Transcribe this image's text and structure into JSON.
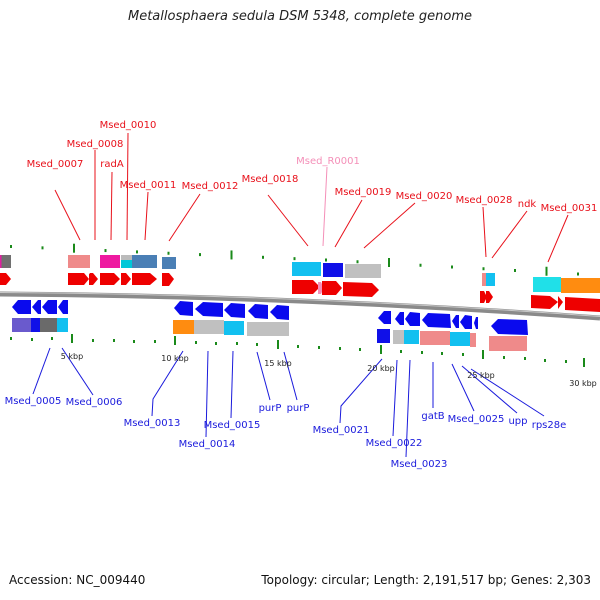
{
  "title": "Metallosphaera sedula DSM 5348, complete genome",
  "footer": {
    "accession": "Accession: NC_009440",
    "topology": "Topology: circular; Length: 2,191,517 bp; Genes: 2,303"
  },
  "colors": {
    "forward_label": "#e8101a",
    "reverse_label": "#1a1adc",
    "rna_label": "#f48fb8",
    "tick": "#1a8a1a",
    "backbone": "#888888"
  },
  "scale_labels": [
    "5 kbp",
    "10 kbp",
    "15 kbp",
    "20 kbp",
    "25 kbp",
    "30 kbp"
  ],
  "forward_labels": [
    {
      "text": "Msed_0007",
      "type": "gene"
    },
    {
      "text": "Msed_0008",
      "type": "gene"
    },
    {
      "text": "radA",
      "type": "gene"
    },
    {
      "text": "Msed_0010",
      "type": "gene"
    },
    {
      "text": "Msed_0011",
      "type": "gene"
    },
    {
      "text": "Msed_0012",
      "type": "gene"
    },
    {
      "text": "Msed_0018",
      "type": "gene"
    },
    {
      "text": "Msed_R0001",
      "type": "rna"
    },
    {
      "text": "Msed_0019",
      "type": "gene"
    },
    {
      "text": "Msed_0020",
      "type": "gene"
    },
    {
      "text": "Msed_0028",
      "type": "gene"
    },
    {
      "text": "ndk",
      "type": "gene"
    },
    {
      "text": "Msed_0031",
      "type": "gene"
    }
  ],
  "reverse_labels": [
    {
      "text": "Msed_0005"
    },
    {
      "text": "Msed_0006"
    },
    {
      "text": "Msed_0013"
    },
    {
      "text": "Msed_0014"
    },
    {
      "text": "Msed_0015"
    },
    {
      "text": "purP"
    },
    {
      "text": "purP"
    },
    {
      "text": "Msed_0021"
    },
    {
      "text": "Msed_0022"
    },
    {
      "text": "Msed_0023"
    },
    {
      "text": "gatB"
    },
    {
      "text": "Msed_0025"
    },
    {
      "text": "upp"
    },
    {
      "text": "rps28e"
    }
  ]
}
